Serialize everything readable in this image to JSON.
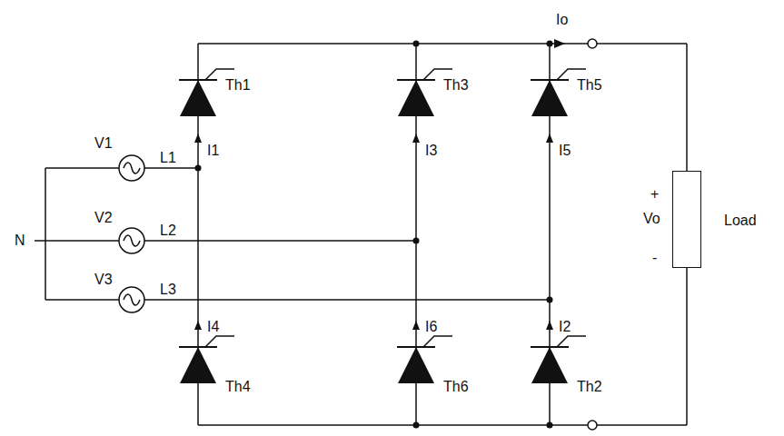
{
  "diagram": {
    "nodes": [
      {
        "text": [
          "Load"
        ]
      }
    ],
    "labels": [
      "Io",
      "Th1",
      "Th3",
      "Th5",
      "I1",
      "I3",
      "I5",
      "V1",
      "V2",
      "V3",
      "L1",
      "L2",
      "L3",
      "N",
      "+",
      "Vo",
      "-",
      "I4",
      "I6",
      "I2",
      "Th4",
      "Th6",
      "Th2"
    ]
  }
}
